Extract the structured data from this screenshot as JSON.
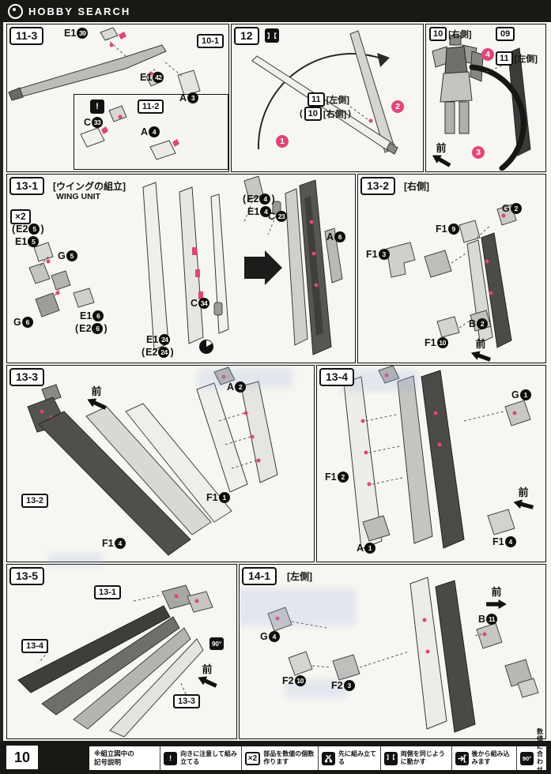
{
  "header": {
    "brand": "HOBBY SEARCH"
  },
  "page_number": "10",
  "misc": {
    "open": "(",
    "close": ")"
  },
  "sections": {
    "s11_3": {
      "id": "11-3",
      "p_e1_39": {
        "code": "E1",
        "num": "39"
      },
      "ref_10_1": "10-1",
      "p_e1_42": {
        "code": "E1",
        "num": "42"
      },
      "p_a3": {
        "code": "A",
        "num": "3"
      },
      "caution_glyph": "!",
      "p_c33": {
        "code": "C",
        "num": "33"
      },
      "ref_11_2": "11-2",
      "p_a4": {
        "code": "A",
        "num": "4"
      }
    },
    "s12": {
      "id": "12",
      "icon_glyph": "】【",
      "ref_11": "11",
      "side_11": "[左側]",
      "ref_10": "10",
      "side_10": "[右側]",
      "step1": "1",
      "step2": "2"
    },
    "s12b": {
      "ref_10": "10",
      "side_10": "[右側]",
      "ref_09": "09",
      "step4": "4",
      "ref_11": "11",
      "side_11": "[左側]",
      "front": "前",
      "step3": "3"
    },
    "s13_1": {
      "id": "13-1",
      "title_jp": "[ウイングの組立]",
      "title_en": "WING UNIT",
      "x2": "×2",
      "p_e2_5": {
        "code": "E2",
        "num": "5"
      },
      "p_e1_5": {
        "code": "E1",
        "num": "5"
      },
      "p_g5": {
        "code": "G",
        "num": "5"
      },
      "p_g6": {
        "code": "G",
        "num": "6"
      },
      "p_e1_6": {
        "code": "E1",
        "num": "6"
      },
      "p_e2_6": {
        "code": "E2",
        "num": "6"
      },
      "p_c34": {
        "code": "C",
        "num": "34"
      },
      "p_e2_4": {
        "code": "E2",
        "num": "4"
      },
      "p_e1_4": {
        "code": "E1",
        "num": "4"
      },
      "p_c23": {
        "code": "C",
        "num": "23"
      },
      "p_a6": {
        "code": "A",
        "num": "6"
      },
      "p_e1_24": {
        "code": "E1",
        "num": "24"
      },
      "p_e2_24": {
        "code": "E2",
        "num": "24"
      }
    },
    "s13_2": {
      "id": "13-2",
      "side": "[右側]",
      "p_g2": {
        "code": "G",
        "num": "2"
      },
      "p_f1_9": {
        "code": "F1",
        "num": "9"
      },
      "p_f1_3": {
        "code": "F1",
        "num": "3"
      },
      "p_b2": {
        "code": "B",
        "num": "2"
      },
      "p_f1_10": {
        "code": "F1",
        "num": "10"
      },
      "front": "前"
    },
    "s13_3": {
      "id": "13-3",
      "front": "前",
      "p_a2": {
        "code": "A",
        "num": "2"
      },
      "ref_13_2": "13-2",
      "p_f1_1": {
        "code": "F1",
        "num": "1"
      },
      "p_f1_4": {
        "code": "F1",
        "num": "4"
      }
    },
    "s13_4": {
      "id": "13-4",
      "p_g1": {
        "code": "G",
        "num": "1"
      },
      "p_f1_2": {
        "code": "F1",
        "num": "2"
      },
      "p_a1": {
        "code": "A",
        "num": "1"
      },
      "p_f1_4": {
        "code": "F1",
        "num": "4"
      },
      "front": "前"
    },
    "s13_5": {
      "id": "13-5",
      "ref_13_1": "13-1",
      "ref_13_4": "13-4",
      "ref_13_3": "13-3",
      "front": "前",
      "rotate": "90°"
    },
    "s14_1": {
      "id": "14-1",
      "side": "[左側]",
      "p_g4": {
        "code": "G",
        "num": "4"
      },
      "p_f2_10": {
        "code": "F2",
        "num": "10"
      },
      "p_f2_3": {
        "code": "F2",
        "num": "3"
      },
      "p_b11": {
        "code": "B",
        "num": "11"
      },
      "front": "前"
    }
  },
  "footer": {
    "note_line1": "※組立図中の",
    "note_line2": "記号説明",
    "items": [
      {
        "glyph": "!",
        "text": "向きに注意して組み立てる"
      },
      {
        "glyph": "×2",
        "text": "部品を数値の個数作ります"
      },
      {
        "glyph": "",
        "text": "先に組み立てる"
      },
      {
        "glyph": "】【",
        "text": "両側を同じように動かす"
      },
      {
        "glyph": "",
        "text": "後から組み込みます"
      },
      {
        "glyph": "90°",
        "text": "数値に合わせます"
      }
    ]
  }
}
